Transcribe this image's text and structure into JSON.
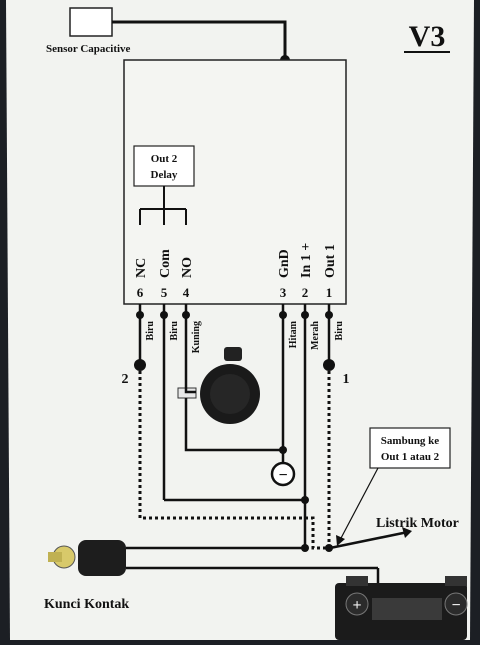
{
  "version_label": "V3",
  "sensor": {
    "label": "Sensor Capacitive"
  },
  "module": {
    "delay_label": "Out 2\nDelay",
    "pins": [
      {
        "number": "6",
        "name": "NC",
        "wire": "Biru"
      },
      {
        "number": "5",
        "name": "Com",
        "wire": "Biru"
      },
      {
        "number": "4",
        "name": "NO",
        "wire": "Kuning"
      },
      {
        "number": "3",
        "name": "GnD",
        "wire": "Hitam"
      },
      {
        "number": "2",
        "name": "In 1 +",
        "wire": "Merah"
      },
      {
        "number": "1",
        "name": "Out 1",
        "wire": "Biru"
      }
    ]
  },
  "terminal_labels": {
    "left": "2",
    "right": "1"
  },
  "callout": {
    "text_line1": "Sambung ke",
    "text_line2": "Out 1 atau 2"
  },
  "labels": {
    "listrik_motor": "Listrik Motor",
    "kunci_kontak": "Kunci Kontak",
    "ground_symbol": "−"
  },
  "battery": {
    "plus": "+",
    "minus": "−"
  }
}
